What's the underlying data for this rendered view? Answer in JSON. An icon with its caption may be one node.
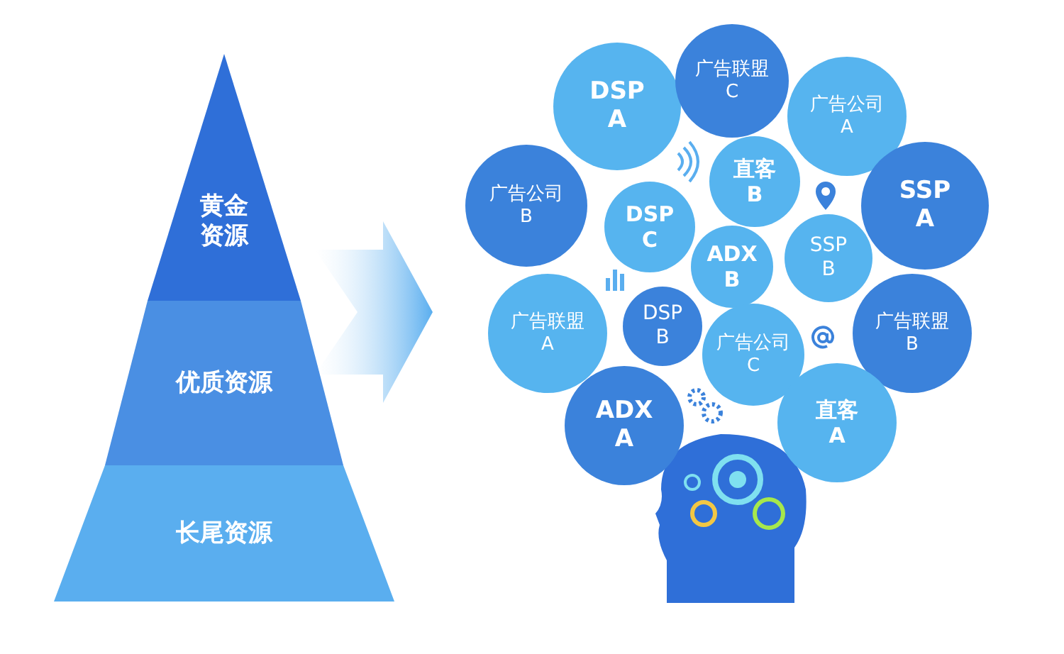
{
  "diagram": {
    "nodes": [
      {
        "text": [
          "黄金资源"
        ]
      },
      {
        "text": [
          "优质资源"
        ]
      },
      {
        "text": [
          "长尾资源"
        ]
      },
      {
        "text": [
          "DSP A"
        ]
      },
      {
        "text": [
          "广告联盟 C"
        ]
      },
      {
        "text": [
          "广告公司 A"
        ]
      },
      {
        "text": [
          "直客 B"
        ]
      },
      {
        "text": [
          "广告公司 B"
        ]
      },
      {
        "text": [
          "DSP C"
        ]
      },
      {
        "text": [
          "SSP A"
        ]
      },
      {
        "text": [
          "ADX B"
        ]
      },
      {
        "text": [
          "SSP B"
        ]
      },
      {
        "text": [
          "广告联盟 A"
        ]
      },
      {
        "text": [
          "DSP B"
        ]
      },
      {
        "text": [
          "广告公司 C"
        ]
      },
      {
        "text": [
          "广告联盟 B"
        ]
      },
      {
        "text": [
          "ADX A"
        ]
      },
      {
        "text": [
          "直客 A"
        ]
      }
    ]
  }
}
